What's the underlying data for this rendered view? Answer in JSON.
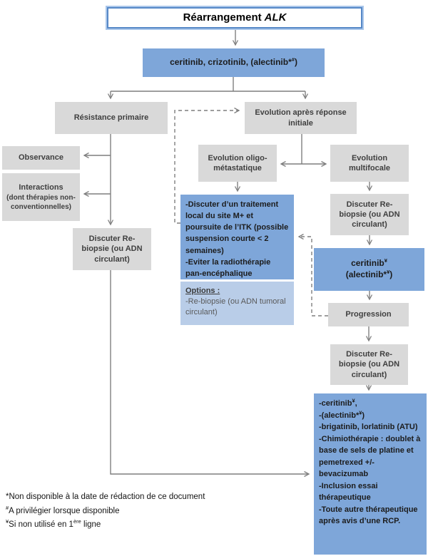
{
  "colors": {
    "accent_blue": "#7ea6d9",
    "light_blue": "#b9cde8",
    "box_gray": "#d9d9d9",
    "connector_gray": "#7f7f7f",
    "title_border_outer": "#a9c6ea",
    "title_border_inner": "#5688c7"
  },
  "title": {
    "text": "Réarrangement",
    "gene": "ALK"
  },
  "first_line_treatment": {
    "pre": "ceritinib, crizotinib, (alectinib*",
    "sup": "#",
    "post": ")"
  },
  "branches": {
    "primary_resistance": "Résistance primaire",
    "evolution_after_response": "Evolution après réponse initiale"
  },
  "left_column": {
    "observance": "Observance",
    "interactions_title": "Interactions",
    "interactions_detail": "(dont thérapies non-conventionnelles)",
    "rebiopsy": "Discuter Re-biopsie (ou ADN circulant)"
  },
  "middle_column": {
    "oligo": "Evolution oligo-métastatique",
    "local_treatment_lines": [
      "-Discuter d’un traitement local du site M+ et poursuite de l’ITK (possible suspension courte < 2 semaines)",
      "-Eviter la radiothérapie pan-encéphalique"
    ],
    "options_title": "Options :",
    "options_body": "-Re-biopsie (ou ADN tumoral circulant)"
  },
  "right_column": {
    "multifocal": "Evolution multifocale",
    "rebiopsy1": "Discuter Re-biopsie (ou ADN circulant)",
    "ceritinib": {
      "l1_pre": "ceritinib",
      "sup": "¥",
      "l2_pre": "(alectinib*",
      "l2_post": ")"
    },
    "progression": "Progression",
    "rebiopsy2": "Discuter Re-biopsie (ou ADN circulant)"
  },
  "final_options": {
    "l1_pre": "-ceritinib",
    "sup": "¥",
    "l1_post": ",",
    "l2_pre": "-(alectinib*",
    "l2_post": ")",
    "lines": [
      "-brigatinib, lorlatinib (ATU)",
      "-Chimiothérapie : doublet à base de sels de platine et pemetrexed +/- bevacizumab",
      "-Inclusion essai thérapeutique",
      "-Toute autre thérapeutique après avis d’une RCP."
    ]
  },
  "footnotes": {
    "f1": "*Non disponible à la date de rédaction de ce document",
    "f2_sup": "#",
    "f2": "A privilégier lorsque disponible",
    "f3_sup": "¥",
    "f3_pre": "Si non utilisé en 1",
    "f3_sup2": "ère",
    "f3_post": " ligne"
  }
}
